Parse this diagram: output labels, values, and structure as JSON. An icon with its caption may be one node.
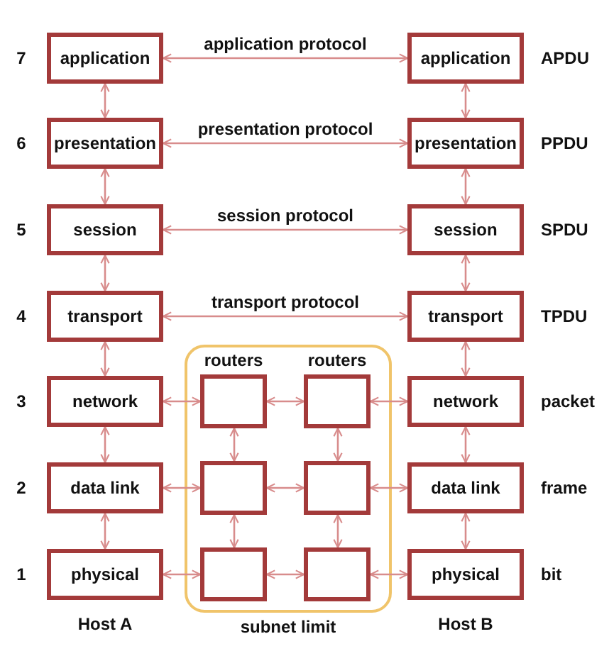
{
  "diagram": {
    "nodes": [
      {
        "text": [
          "application"
        ]
      },
      {
        "text": [
          "application"
        ]
      },
      {
        "text": [
          "presentation"
        ]
      },
      {
        "text": [
          "presentation"
        ]
      },
      {
        "text": [
          "session"
        ]
      },
      {
        "text": [
          "session"
        ]
      },
      {
        "text": [
          "transport"
        ]
      },
      {
        "text": [
          "transport"
        ]
      },
      {
        "text": [
          "subnet limit"
        ]
      },
      {
        "text": [
          "network"
        ]
      },
      {
        "text": [],
        "shape": "box",
        "in": 8,
        "beside": [
          "routers"
        ]
      },
      {
        "text": [],
        "shape": "box",
        "in": 8,
        "beside": [
          "routers"
        ]
      },
      {
        "text": [
          "network"
        ]
      },
      {
        "text": [
          "data link"
        ]
      },
      {
        "text": [],
        "shape": "box",
        "in": 8
      },
      {
        "text": [],
        "shape": "box",
        "in": 8
      },
      {
        "text": [
          "data link"
        ]
      },
      {
        "text": [
          "physical"
        ]
      },
      {
        "text": [],
        "shape": "box",
        "in": 8
      },
      {
        "text": [],
        "shape": "box",
        "in": 8
      },
      {
        "text": [
          "physical"
        ]
      }
    ],
    "edges": [
      {
        "from": 0,
        "to": 1,
        "arrow": "both",
        "label": "application protocol"
      },
      {
        "from": 2,
        "to": 3,
        "arrow": "both",
        "label": "presentation protocol"
      },
      {
        "from": 4,
        "to": 5,
        "arrow": "both",
        "label": "session protocol"
      },
      {
        "from": 6,
        "to": 7,
        "arrow": "both",
        "label": "transport protocol"
      },
      {
        "from": 0,
        "to": 2,
        "arrow": "both"
      },
      {
        "from": 2,
        "to": 4,
        "arrow": "both"
      },
      {
        "from": 4,
        "to": 6,
        "arrow": "both"
      },
      {
        "from": 6,
        "to": 9,
        "arrow": "both"
      },
      {
        "from": 9,
        "to": 13,
        "arrow": "both"
      },
      {
        "from": 13,
        "to": 17,
        "arrow": "both"
      },
      {
        "from": 1,
        "to": 3,
        "arrow": "both"
      },
      {
        "from": 3,
        "to": 5,
        "arrow": "both"
      },
      {
        "from": 5,
        "to": 7,
        "arrow": "both"
      },
      {
        "from": 7,
        "to": 12,
        "arrow": "both"
      },
      {
        "from": 12,
        "to": 16,
        "arrow": "both"
      },
      {
        "from": 16,
        "to": 20,
        "arrow": "both"
      },
      {
        "from": 9,
        "to": 10,
        "arrow": "both"
      },
      {
        "from": 10,
        "to": 11,
        "arrow": "both"
      },
      {
        "from": 11,
        "to": 12,
        "arrow": "both"
      },
      {
        "from": 13,
        "to": 14,
        "arrow": "both"
      },
      {
        "from": 14,
        "to": 15,
        "arrow": "both"
      },
      {
        "from": 15,
        "to": 16,
        "arrow": "both"
      },
      {
        "from": 17,
        "to": 18,
        "arrow": "both"
      },
      {
        "from": 18,
        "to": 19,
        "arrow": "both"
      },
      {
        "from": 19,
        "to": 20,
        "arrow": "both"
      },
      {
        "from": 10,
        "to": 14,
        "arrow": "both"
      },
      {
        "from": 14,
        "to": 18,
        "arrow": "both"
      },
      {
        "from": 11,
        "to": 15,
        "arrow": "both"
      },
      {
        "from": 15,
        "to": 19,
        "arrow": "both"
      }
    ],
    "labels": [
      "7",
      "APDU",
      "6",
      "PPDU",
      "5",
      "SPDU",
      "4",
      "TPDU",
      "3",
      "packet",
      "2",
      "frame",
      "1",
      "bit",
      "Host A",
      "Host B"
    ]
  }
}
